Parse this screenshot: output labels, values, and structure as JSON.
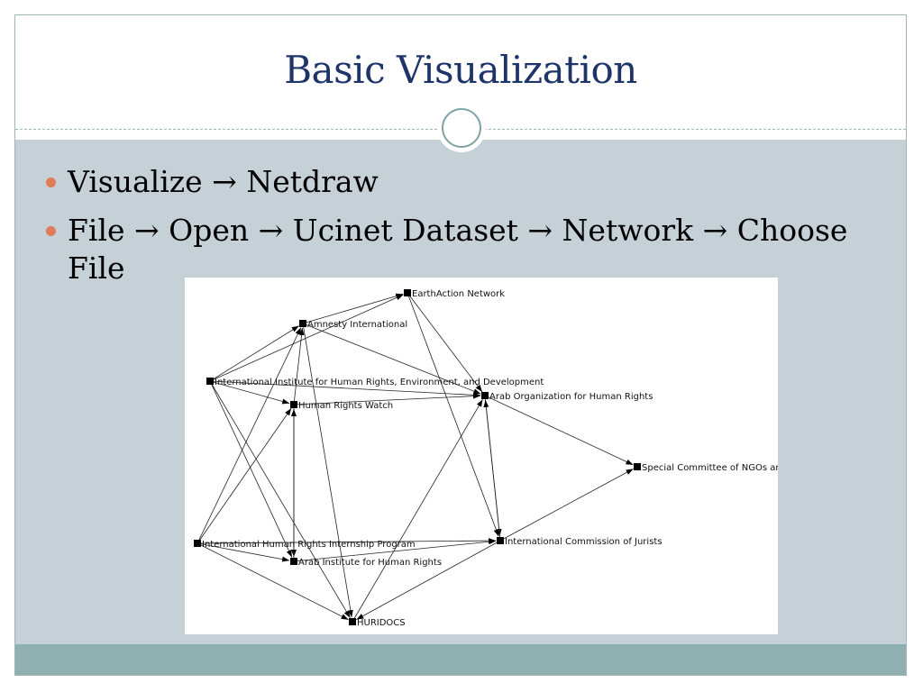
{
  "slide": {
    "title": "Basic Visualization",
    "bullets": [
      {
        "parts": [
          "Visualize",
          "Netdraw"
        ]
      },
      {
        "parts": [
          "File",
          "Open",
          "Ucinet Dataset",
          "Network",
          "Choose File"
        ]
      }
    ],
    "arrow_glyph": "→"
  },
  "network": {
    "nodes": [
      {
        "id": "earthaction",
        "label": "EarthAction Network"
      },
      {
        "id": "amnesty",
        "label": "Amnesty International"
      },
      {
        "id": "iihred",
        "label": "International Institute for Human Rights, Environment, and Development"
      },
      {
        "id": "hrw",
        "label": "Human Rights Watch"
      },
      {
        "id": "aohr",
        "label": "Arab Organization for Human Rights"
      },
      {
        "id": "scngo",
        "label": "Special Committee of NGOs and"
      },
      {
        "id": "ihrip",
        "label": "International Human Rights Internship Program"
      },
      {
        "id": "icj",
        "label": "International Commission of Jurists"
      },
      {
        "id": "aihr",
        "label": "Arab Institute for Human Rights"
      },
      {
        "id": "huridocs",
        "label": "HURIDOCS"
      }
    ],
    "edges": [
      [
        "amnesty",
        "earthaction"
      ],
      [
        "iihred",
        "earthaction"
      ],
      [
        "earthaction",
        "aohr"
      ],
      [
        "earthaction",
        "icj"
      ],
      [
        "amnesty",
        "aohr"
      ],
      [
        "iihred",
        "amnesty"
      ],
      [
        "iihred",
        "hrw"
      ],
      [
        "iihred",
        "aohr"
      ],
      [
        "iihred",
        "aihr"
      ],
      [
        "iihred",
        "huridocs"
      ],
      [
        "hrw",
        "amnesty"
      ],
      [
        "hrw",
        "aohr"
      ],
      [
        "hrw",
        "aihr"
      ],
      [
        "aihr",
        "hrw"
      ],
      [
        "aohr",
        "scngo"
      ],
      [
        "aohr",
        "icj"
      ],
      [
        "icj",
        "aohr"
      ],
      [
        "huridocs",
        "aohr"
      ],
      [
        "ihrip",
        "amnesty"
      ],
      [
        "ihrip",
        "hrw"
      ],
      [
        "ihrip",
        "aihr"
      ],
      [
        "ihrip",
        "icj"
      ],
      [
        "ihrip",
        "huridocs"
      ],
      [
        "amnesty",
        "huridocs"
      ],
      [
        "aihr",
        "icj"
      ],
      [
        "icj",
        "scngo"
      ],
      [
        "icj",
        "huridocs"
      ]
    ]
  }
}
